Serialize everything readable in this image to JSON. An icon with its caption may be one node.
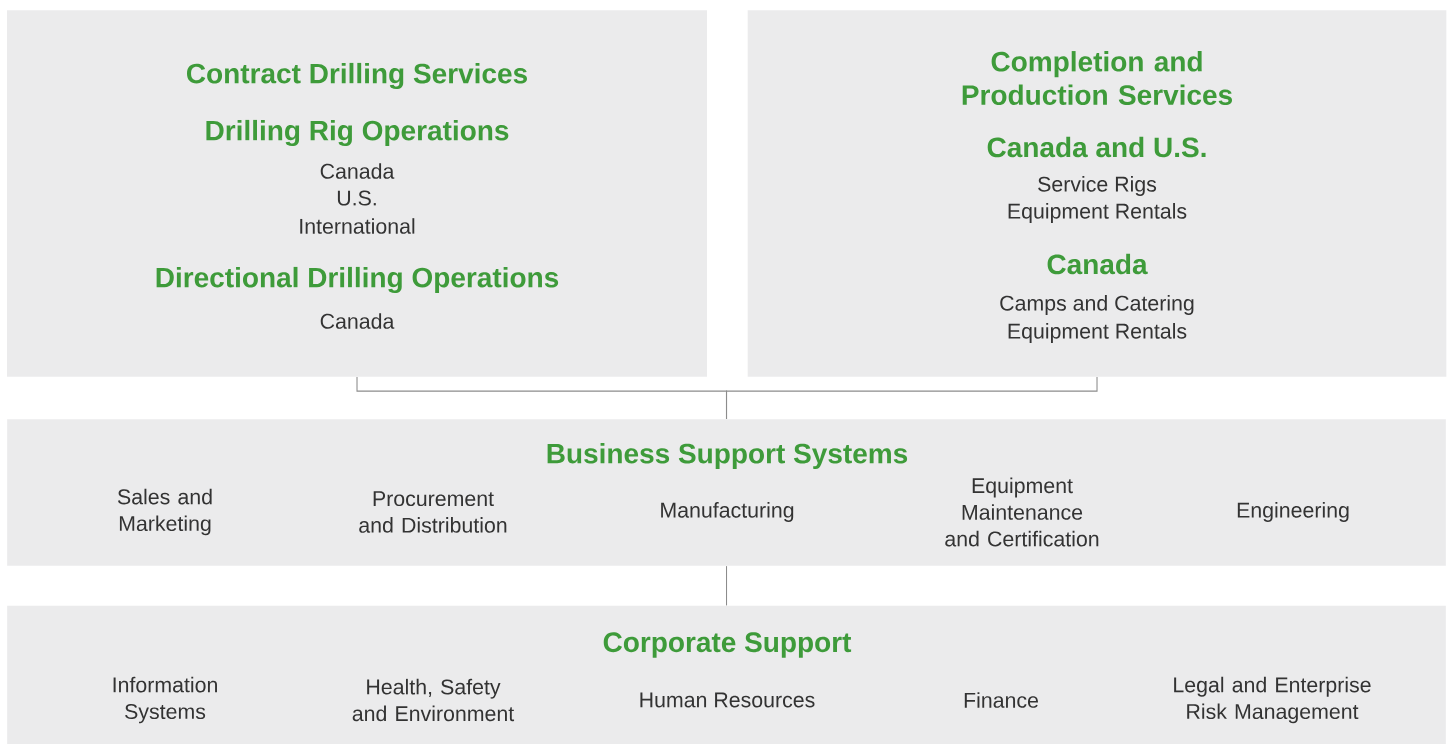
{
  "diagram": {
    "nodes": [
      {
        "text": [
          "Contract Drilling Services",
          "Drilling Rig Operations",
          "Canada",
          "U.S.",
          "International",
          "Directional Drilling Operations",
          "Canada"
        ]
      },
      {
        "text": [
          "Completion and Production Services",
          "Canada and U.S.",
          "Service Rigs",
          "Equipment Rentals",
          "Canada",
          "Camps and Catering",
          "Equipment Rentals"
        ]
      },
      {
        "text": [
          "Business Support Systems",
          "Sales and Marketing",
          "Procurement and Distribution",
          "Manufacturing",
          "Equipment Maintenance and Certification",
          "Engineering"
        ]
      },
      {
        "text": [
          "Corporate Support",
          "Information Systems",
          "Health, Safety and Environment",
          "Human Resources",
          "Finance",
          "Legal and Enterprise Risk Management"
        ]
      }
    ],
    "edges": [
      {
        "from": 0,
        "to": 2,
        "arrow": "none"
      },
      {
        "from": 1,
        "to": 2,
        "arrow": "none"
      },
      {
        "from": 2,
        "to": 3,
        "arrow": "none"
      }
    ]
  }
}
